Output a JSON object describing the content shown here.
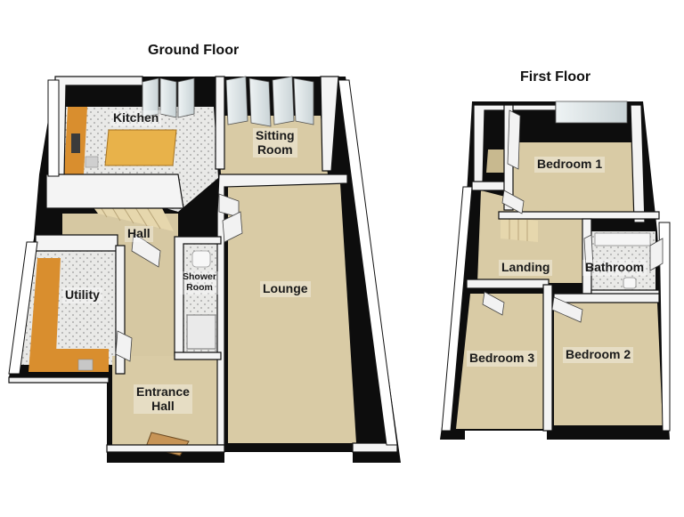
{
  "floors": {
    "ground": {
      "title": "Ground Floor",
      "rooms": {
        "kitchen": "Kitchen",
        "sitting_room": "Sitting\nRoom",
        "hall": "Hall",
        "utility": "Utility",
        "shower_room": "Shower\nRoom",
        "lounge": "Lounge",
        "entrance_hall": "Entrance\nHall"
      }
    },
    "first": {
      "title": "First Floor",
      "rooms": {
        "bedroom_1": "Bedroom 1",
        "landing": "Landing",
        "bathroom": "Bathroom",
        "bedroom_3": "Bedroom 3",
        "bedroom_2": "Bedroom 2"
      }
    }
  },
  "colors": {
    "wall": "#0a0a0a",
    "wall_inner": "#f2f2f2",
    "carpet": "#d9cba5",
    "tile_floor": "#e8e8e6",
    "worktop": "#d98e2e",
    "island": "#e8b24a",
    "stairs": "#e2d3a8"
  }
}
